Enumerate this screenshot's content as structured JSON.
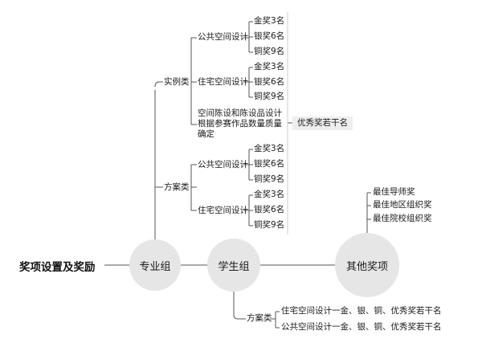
{
  "root_title": "奖项设置及奖励",
  "groups": {
    "professional": "专业组",
    "student": "学生组",
    "other": "其他奖项"
  },
  "professional_branch": {
    "case_category": "实例类",
    "case_public": "公共空间设计",
    "case_public_awards": [
      "金奖3名",
      "银奖6名",
      "铜奖9名"
    ],
    "case_residential": "住宅空间设计",
    "case_residential_awards": [
      "金奖3名",
      "银奖6名",
      "铜奖9名"
    ],
    "case_furnishing": "空间陈设和陈设品设计根据参赛作品数量质量确定",
    "excellence_note": "优秀奖若干名",
    "scheme_category": "方案类",
    "scheme_public": "公共空间设计",
    "scheme_public_awards": [
      "金奖3名",
      "银奖6名",
      "铜奖9名"
    ],
    "scheme_residential": "住宅空间设计",
    "scheme_residential_awards": [
      "金奖3名",
      "银奖6名",
      "铜奖9名"
    ]
  },
  "other_awards": [
    "最佳导师奖",
    "最佳地区组织奖",
    "最佳院校组织奖"
  ],
  "student_branch": {
    "scheme_category": "方案类",
    "items": [
      "住宅空间设计一金、银、铜、优秀奖若干名",
      "公共空间设计一金、银、铜、优秀奖若干名"
    ]
  },
  "colors": {
    "line": "#555555",
    "circle_fill": "#e6e6e6",
    "badge_fill": "#eeeeee",
    "divider": "#cccccc"
  }
}
